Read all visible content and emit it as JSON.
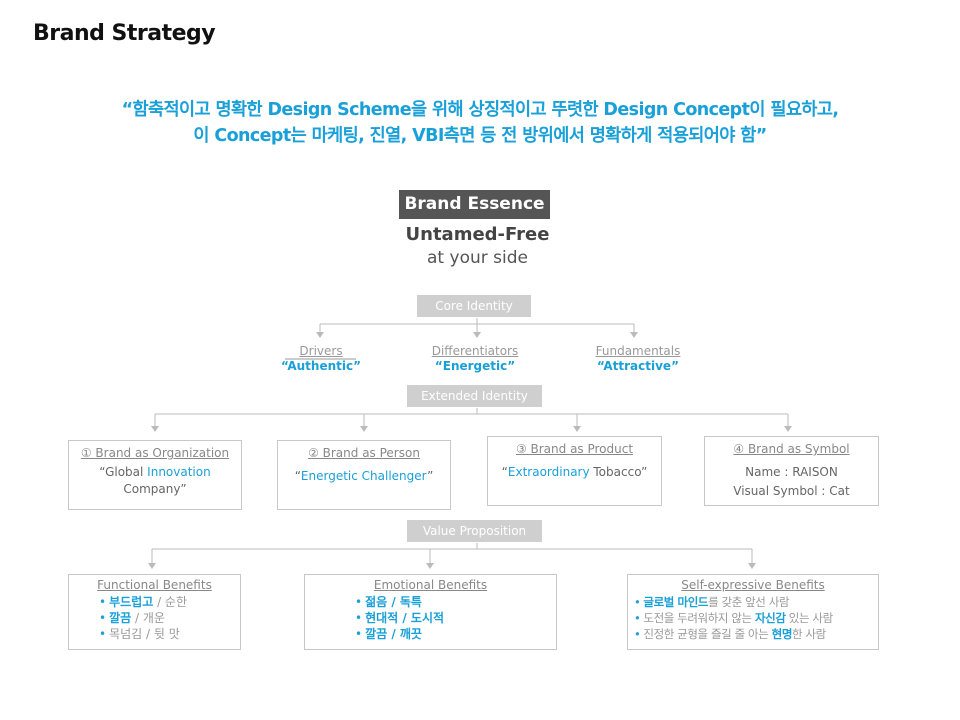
{
  "title": "Brand Strategy",
  "quote": {
    "line1": "“함축적이고 명확한 Design Scheme을 위해 상징적이고 뚜렷한 Design Concept이 필요하고,",
    "line2": "이 Concept는 마케팅, 진열, VBI측면 등 전 방위에서 명확하게 적용되어야 함”"
  },
  "essence": {
    "label": "Brand Essence",
    "main": "Untamed-Free",
    "sub": "at your side"
  },
  "core_identity": {
    "label": "Core Identity",
    "items": [
      {
        "title": "Drivers",
        "value": "“Authentic”"
      },
      {
        "title": "Differentiators",
        "value": "“Energetic”"
      },
      {
        "title": "Fundamentals",
        "value": "“Attractive”"
      }
    ]
  },
  "extended_identity": {
    "label": "Extended Identity",
    "boxes": [
      {
        "title": "① Brand as Organization",
        "l1_pre": "“Global ",
        "l1_hl": "Innovation",
        "l2": "Company”"
      },
      {
        "title": "② Brand as Person",
        "pre": "“",
        "hl": "Energetic Challenger",
        "post": "”"
      },
      {
        "title": "③ Brand as Product",
        "pre": "“",
        "hl": "Extraordinary",
        "post": " Tobacco”"
      },
      {
        "title": "④ Brand as Symbol",
        "l1": "Name : RAISON",
        "l2": "Visual Symbol : Cat"
      }
    ]
  },
  "value_proposition": {
    "label": "Value Proposition",
    "functional": {
      "title": "Functional Benefits",
      "items": [
        {
          "bold": "부드럽고",
          "rest": " / 순한"
        },
        {
          "bold": "깔끔",
          "rest": " / 개운"
        },
        {
          "bold": "",
          "rest": "목넘김 / 뒷 맛"
        }
      ]
    },
    "emotional": {
      "title": "Emotional Benefits",
      "items": [
        "젊음 / 독특",
        "현대적 / 도시적",
        "깔끔 / 깨끗"
      ]
    },
    "self_expressive": {
      "title": "Self-expressive Benefits",
      "items": [
        {
          "pre": "",
          "hl": "글로벌 마인드",
          "post": "를 갖춘 앞선 사람"
        },
        {
          "pre": "도전을 두려워하지 않는 ",
          "hl": "자신감",
          "post": " 있는 사람"
        },
        {
          "pre": "진정한 균형을 즐길 줄 아는 ",
          "hl": "현명",
          "post": "한 사람"
        }
      ]
    }
  },
  "colors": {
    "accent": "#1aa0d8",
    "label_bg": "#cfcfcf",
    "essence_bg": "#555555",
    "line": "#bbbbbb"
  }
}
